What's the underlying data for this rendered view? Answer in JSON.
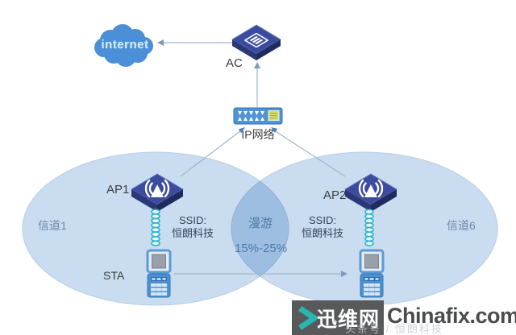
{
  "diagram": {
    "internet_label": "internet",
    "ac_label": "AC",
    "ip_network_label": "IP网络",
    "ap1_label": "AP1",
    "ap2_label": "AP2",
    "ssid_label": "SSID:",
    "ssid_value": "恒朗科技",
    "channel1_label": "信道1",
    "channel6_label": "信道6",
    "roaming_label": "漫游",
    "overlap_percent": "15%-25%",
    "sta_label": "STA"
  },
  "watermark": {
    "site_name_cn": "迅维网",
    "site_name_en": "Chinafix.com",
    "ghost_text": "头条号 / 恒朗科技"
  },
  "colors": {
    "coverage_fill": "#c9dcf0",
    "coverage_overlap": "#9ebde2",
    "cloud_blue": "#4a8fd8",
    "device_navy": "#3b4c9f",
    "switch_blue": "#4e94d6",
    "coil_cyan": "#2fb3c9",
    "line_gray": "#9fb4ca",
    "watermark_teal": "#29b6ae",
    "watermark_gray": "#58595b"
  }
}
